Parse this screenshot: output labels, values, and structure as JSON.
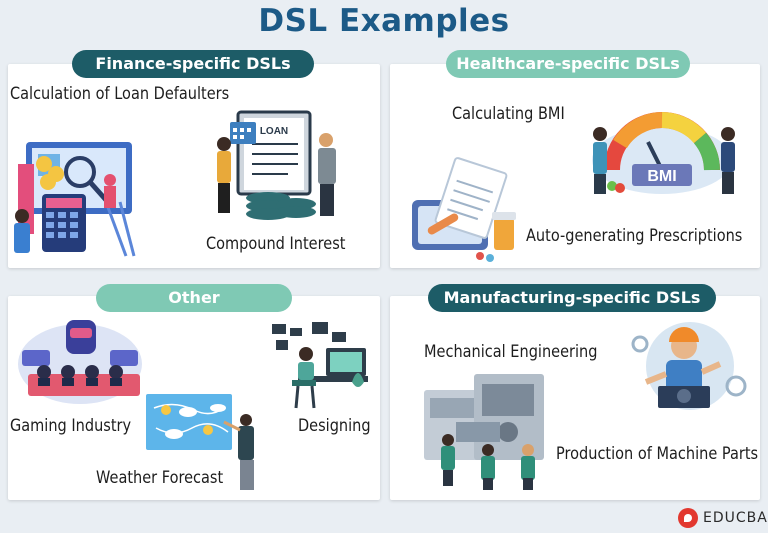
{
  "title": "DSL Examples",
  "panels": {
    "finance": {
      "heading": "Finance-specific DSLs",
      "items": [
        "Calculation of Loan Defaulters",
        "Compound Interest"
      ],
      "illustration_text": "LOAN"
    },
    "healthcare": {
      "heading": "Healthcare-specific DSLs",
      "items": [
        "Calculating BMI",
        "Auto-generating Prescriptions"
      ],
      "illustration_text": "BMI"
    },
    "other": {
      "heading": "Other",
      "items": [
        "Gaming Industry",
        "Designing",
        "Weather Forecast"
      ]
    },
    "manufacturing": {
      "heading": "Manufacturing-specific DSLs",
      "items": [
        "Mechanical Engineering",
        "Production of Machine Parts"
      ]
    }
  },
  "logo": {
    "text": "EDUCBA"
  },
  "colors": {
    "title": "#1c5a87",
    "pill_dark": "#1d5c67",
    "pill_light": "#7fc9b4",
    "background": "#e9eef3"
  }
}
